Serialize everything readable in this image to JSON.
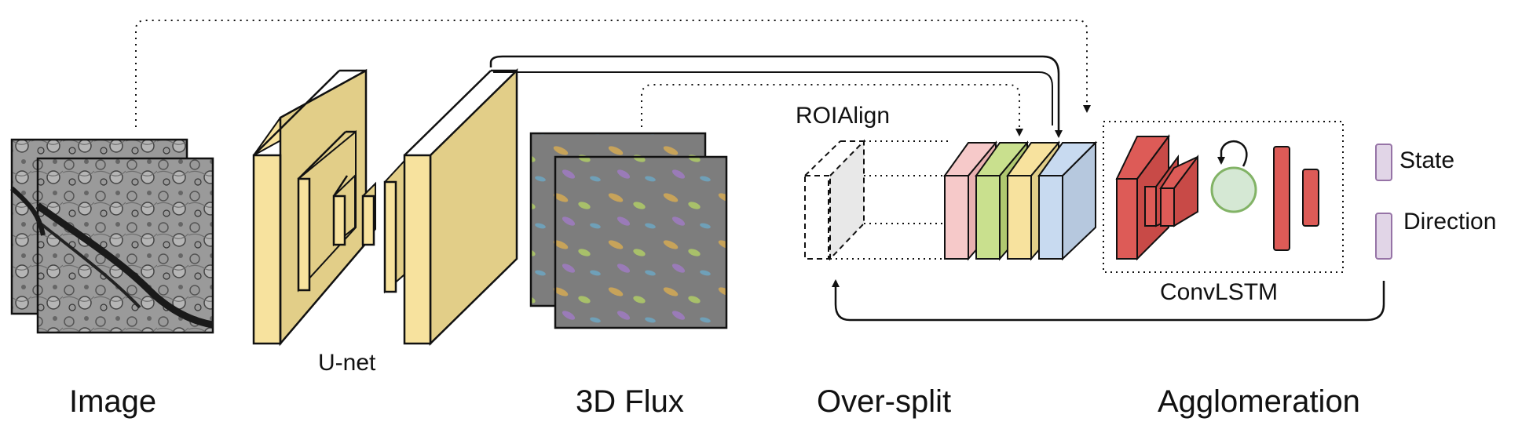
{
  "labels": {
    "unet": "U-net",
    "roialign": "ROIAlign",
    "convlstm": "ConvLSTM",
    "state": "State",
    "direction": "Direction"
  },
  "stages": {
    "image": "Image",
    "flux": "3D Flux",
    "oversplit": "Over-split",
    "agglomeration": "Agglomeration"
  },
  "colors": {
    "unet_front": "#f7e29e",
    "unet_side": "#e2ce88",
    "feat_pink": "#f6c9c9",
    "feat_green": "#c9e08e",
    "feat_yellow": "#f7e29e",
    "feat_blue": "#c8daf0",
    "conv_red": "#dd5b57",
    "lstm_circle": "#d5e8d4",
    "legend_box": "#e1d5e7"
  },
  "icons": {
    "image_stack": "em-image-thumbnail",
    "flux_stack": "flux-image-thumbnail",
    "recurrent_loop": "loop-arrow-icon"
  }
}
